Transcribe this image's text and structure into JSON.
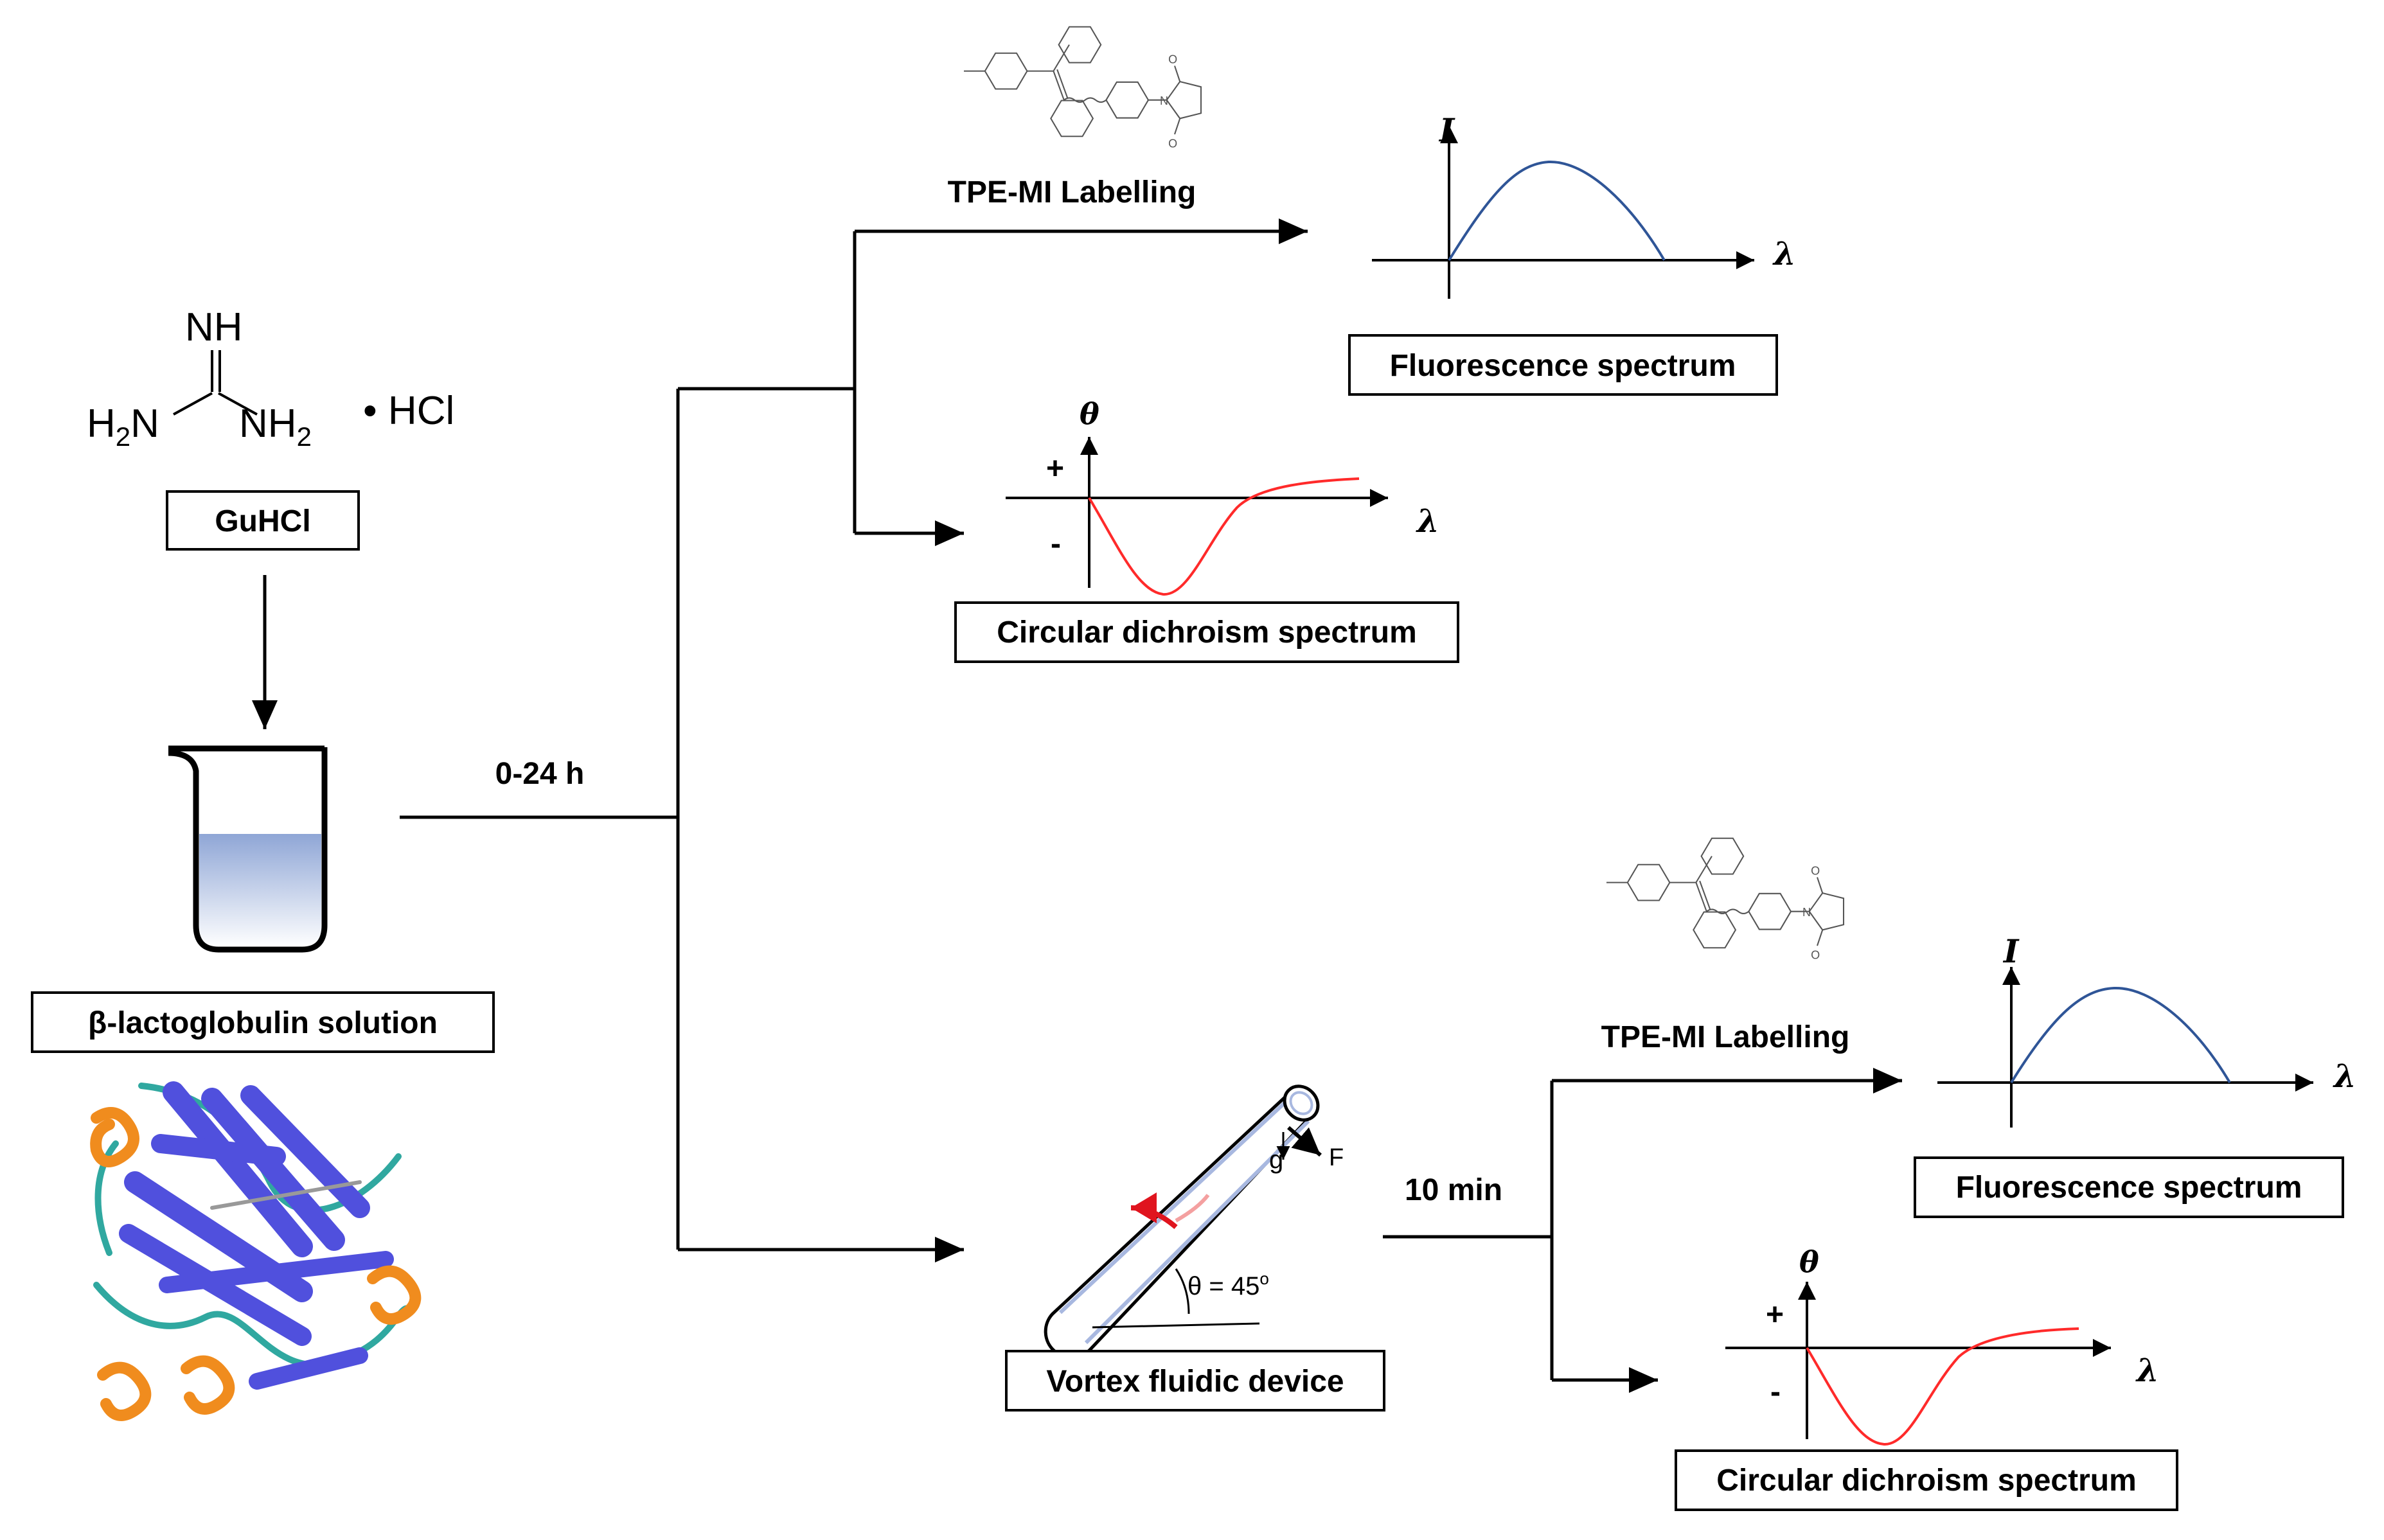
{
  "gu": {
    "nh": "NH",
    "h2n_left": "H",
    "h2n_sub": "2",
    "h2n_right": "N",
    "nh2_left": "NH",
    "nh2_sub": "2",
    "hcl": "• HCl",
    "box_label": "GuHCl"
  },
  "beaker": {
    "label": "β-lactoglobulin solution"
  },
  "flow": {
    "time_top": "0-24 h",
    "time_vfd": "10 min"
  },
  "top": {
    "labelling": "TPE-MI Labelling",
    "fluor": {
      "label": "Fluorescence spectrum",
      "y_symbol": "I",
      "x_symbol": "λ"
    },
    "cd": {
      "label": "Circular dichroism spectrum",
      "y_symbol": "θ",
      "x_symbol": "λ",
      "plus": "+",
      "minus": "-"
    }
  },
  "vfd": {
    "label": "Vortex fluidic device",
    "g": "g",
    "f": "F",
    "angle": "θ = 45",
    "angle_sup": "o"
  },
  "bottom": {
    "labelling": "TPE-MI Labelling",
    "fluor": {
      "label": "Fluorescence spectrum",
      "y_symbol": "I",
      "x_symbol": "λ"
    },
    "cd": {
      "label": "Circular dichroism spectrum",
      "y_symbol": "θ",
      "x_symbol": "λ",
      "plus": "+",
      "minus": "-"
    }
  },
  "colors": {
    "fluor_curve": "#2f5597",
    "cd_curve": "#ff2a2a",
    "protein_strand": "#5050dd",
    "protein_helix": "#f08c1e",
    "protein_loop": "#30a8a0",
    "vfd_arrow": "#e0141e"
  }
}
